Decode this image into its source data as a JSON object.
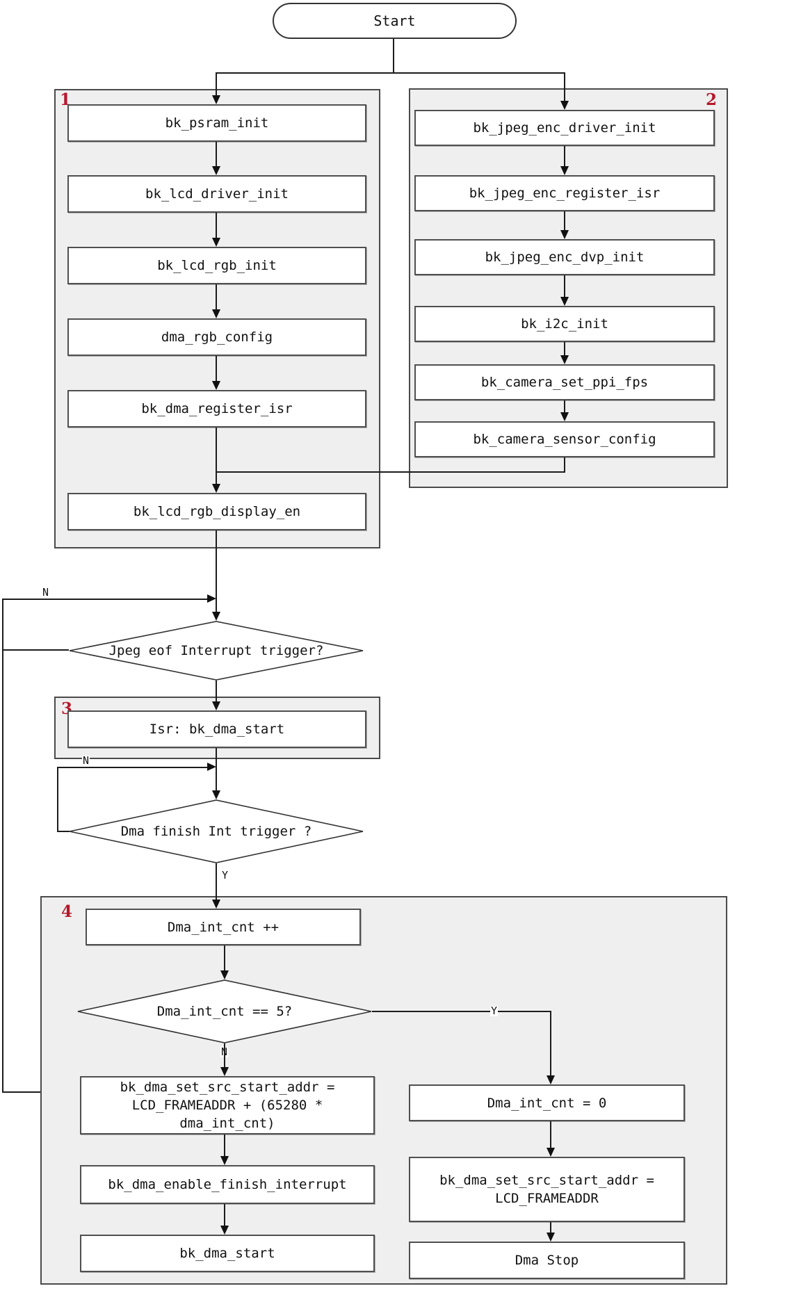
{
  "colors": {
    "accent_red": "#b5182b",
    "line_color": "#1c1c1c",
    "group_fill": "#efefef",
    "box_fill": "#ffffff",
    "border_color": "#4a4a4a"
  },
  "flow": {
    "start": "Start",
    "labels": {
      "no": "N",
      "yes": "Y"
    },
    "group1": {
      "number": "1",
      "steps": [
        "bk_psram_init",
        "bk_lcd_driver_init",
        "bk_lcd_rgb_init",
        "dma_rgb_config",
        "bk_dma_register_isr",
        "bk_lcd_rgb_display_en"
      ]
    },
    "group2": {
      "number": "2",
      "steps": [
        "bk_jpeg_enc_driver_init",
        "bk_jpeg_enc_register_isr",
        "bk_jpeg_enc_dvp_init",
        "bk_i2c_init",
        "bk_camera_set_ppi_fps",
        "bk_camera_sensor_config"
      ]
    },
    "decision1": "Jpeg eof Interrupt trigger?",
    "group3": {
      "number": "3",
      "step": "Isr: bk_dma_start"
    },
    "decision2": "Dma finish Int trigger ?",
    "group4": {
      "number": "4",
      "counter_step": "Dma_int_cnt ++",
      "decision": "Dma_int_cnt == 5?",
      "no_branch": [
        "bk_dma_set_src_start_addr =\nLCD_FRAMEADDR + (65280 *\ndma_int_cnt)",
        "bk_dma_enable_finish_interrupt",
        "bk_dma_start"
      ],
      "yes_branch": [
        "Dma_int_cnt = 0",
        "bk_dma_set_src_start_addr =\nLCD_FRAMEADDR",
        "Dma Stop"
      ]
    }
  }
}
